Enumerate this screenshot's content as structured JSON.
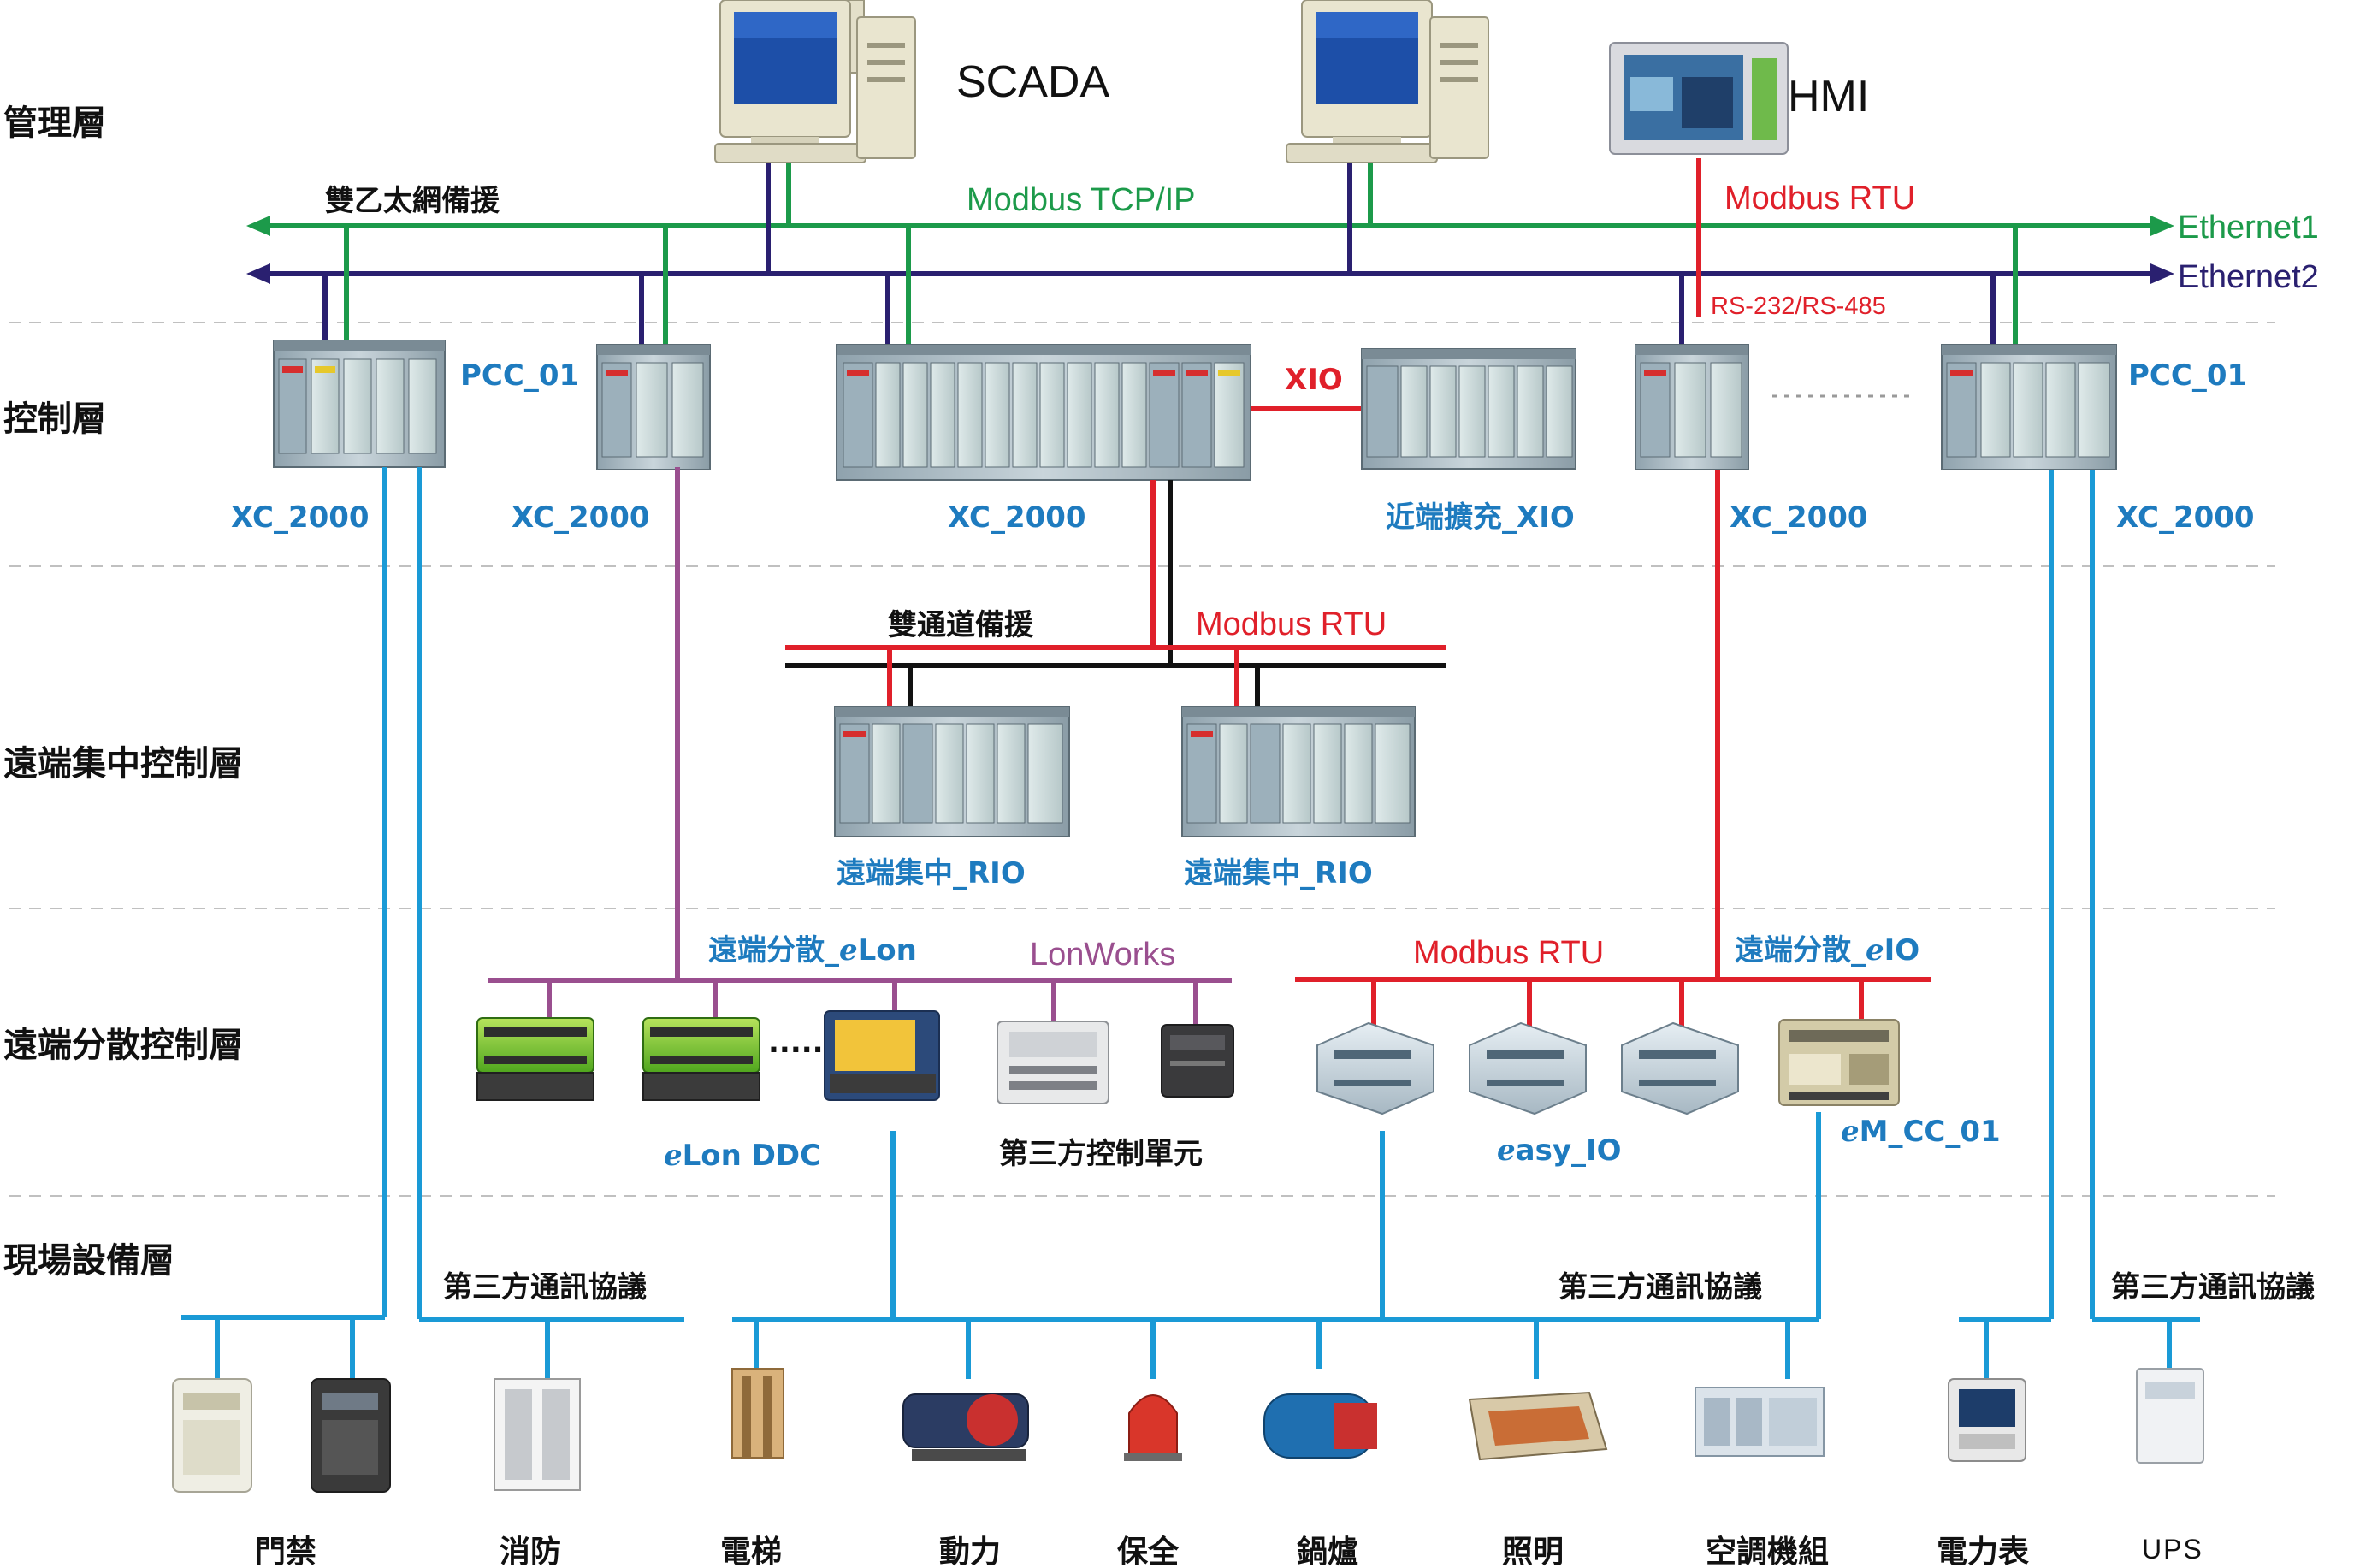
{
  "layers": [
    "管理層",
    "控制層",
    "遠端集中控制層",
    "遠端分散控制層",
    "現場設備層"
  ],
  "management": {
    "scada": "SCADA",
    "hmi": "HMI",
    "dual_ethernet": "雙乙太網備援",
    "modbus_tcp": "Modbus TCP/IP",
    "modbus_rtu": "Modbus RTU",
    "ethernet1": "Ethernet1",
    "ethernet2": "Ethernet2",
    "rs_label": "RS-232/RS-485"
  },
  "control": {
    "pcc_left": "PCC_01",
    "pcc_right": "PCC_01",
    "xio": "XIO",
    "xc_labels": [
      "XC_2000",
      "XC_2000",
      "XC_2000",
      "XC_2000",
      "XC_2000"
    ],
    "near_xio": "近端擴充_XIO"
  },
  "remote_central": {
    "dual_channel": "雙通道備援",
    "modbus_rtu": "Modbus RTU",
    "rio_labels": [
      "遠端集中_RIO",
      "遠端集中_RIO"
    ]
  },
  "remote_distributed": {
    "elon_prefix": "遠端分散_",
    "elon_e": "e",
    "elon_suffix": "Lon",
    "lonworks": "LonWorks",
    "modbus_rtu": "Modbus RTU",
    "eio_prefix": "遠端分散_",
    "eio_e": "e",
    "eio_suffix": "IO",
    "elon_ddc_e": "e",
    "elon_ddc": "Lon DDC",
    "third_party_unit": "第三方控制單元",
    "easy_io_e": "e",
    "easy_io": "asy_IO",
    "em_cc_e": "e",
    "em_cc": "M_CC_01",
    "ellipsis": "......"
  },
  "field": {
    "protocol_labels": [
      "第三方通訊協議",
      "第三方通訊協議",
      "第三方通訊協議"
    ],
    "devices": [
      "門禁",
      "消防",
      "電梯",
      "動力",
      "保全",
      "鍋爐",
      "照明",
      "空調機組",
      "電力表",
      "UPS"
    ]
  },
  "colors": {
    "ethernet1": "#1c9a4a",
    "ethernet2": "#2a2070",
    "modbus_rtu": "#e0202a",
    "field_bus": "#1a9ad6",
    "lonworks": "#9a4f8f",
    "label_blue": "#1e7bbf"
  }
}
